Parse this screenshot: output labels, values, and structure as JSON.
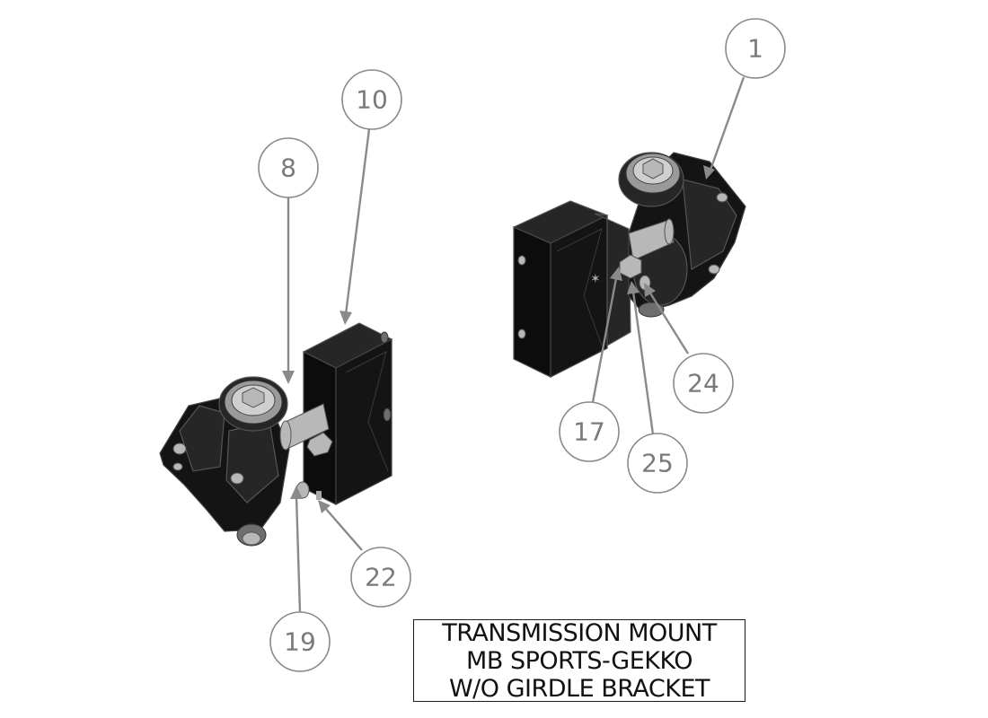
{
  "drawing": {
    "title_lines": [
      "TRANSMISSION MOUNT",
      "MB SPORTS-GEKKO",
      "W/O GIRDLE BRACKET"
    ],
    "balloons": [
      {
        "id": "balloon-1",
        "label": "1"
      },
      {
        "id": "balloon-10",
        "label": "10"
      },
      {
        "id": "balloon-8",
        "label": "8"
      },
      {
        "id": "balloon-24",
        "label": "24"
      },
      {
        "id": "balloon-17",
        "label": "17"
      },
      {
        "id": "balloon-25",
        "label": "25"
      },
      {
        "id": "balloon-22",
        "label": "22"
      },
      {
        "id": "balloon-19",
        "label": "19"
      }
    ]
  }
}
